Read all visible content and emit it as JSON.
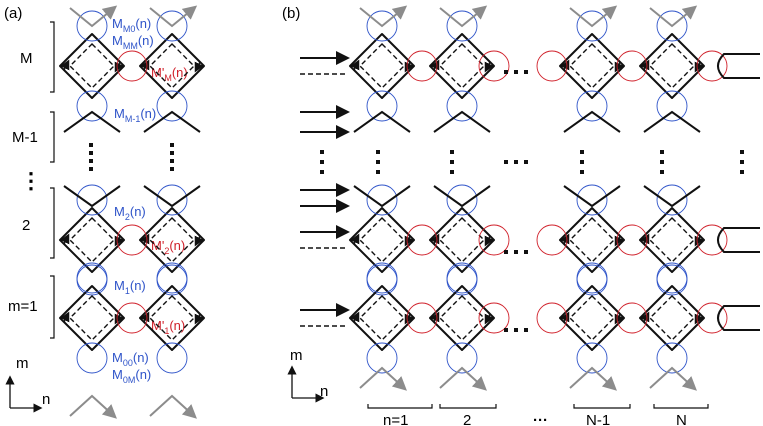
{
  "panels": {
    "a": {
      "label": "(a)",
      "rows": [
        "M",
        "M-1",
        "⋮",
        "2",
        "m=1"
      ],
      "blue_labels": [
        {
          "base": "M",
          "sub": "M0",
          "tail": "(n)"
        },
        {
          "base": "M",
          "sub": "MM",
          "tail": "(n)"
        },
        {
          "base": "M",
          "sub": "M-1",
          "tail": "(n)"
        },
        {
          "base": "M",
          "sub": "2",
          "tail": "(n)"
        },
        {
          "base": "M",
          "sub": "1",
          "tail": "(n)"
        },
        {
          "base": "M",
          "sub": "00",
          "tail": "(n)"
        },
        {
          "base": "M",
          "sub": "0M",
          "tail": "(n)"
        }
      ],
      "red_labels": [
        {
          "base": "M'",
          "sub": "M",
          "tail": "(n)"
        },
        {
          "base": "M'",
          "sub": "2",
          "tail": "(n)"
        },
        {
          "base": "M'",
          "sub": "1",
          "tail": "(n)"
        }
      ]
    },
    "b": {
      "label": "(b)",
      "columns": [
        "n=1",
        "2",
        "N-1",
        "N"
      ]
    },
    "axes": {
      "vertical": "m",
      "horizontal": "n"
    }
  },
  "colors": {
    "blue": "#2f54c9",
    "red": "#d0202a",
    "waveguide": "#111111",
    "gray": "#8c8c8c"
  }
}
